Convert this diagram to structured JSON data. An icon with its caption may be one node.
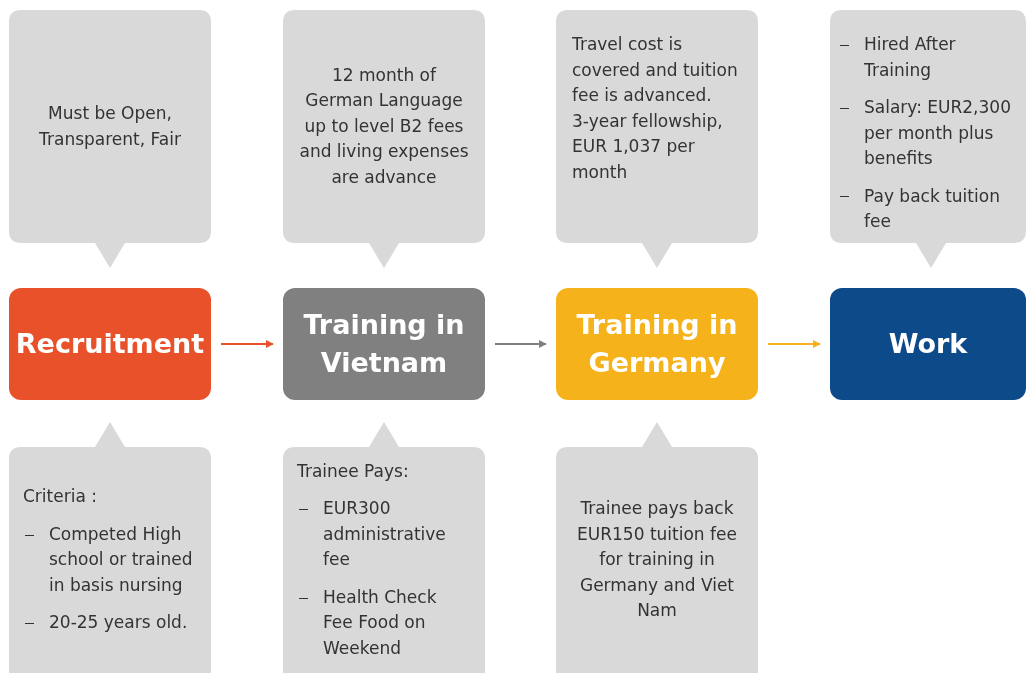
{
  "diagram": {
    "nodes": [
      {
        "text": [
          "Must be Open, Transparent, Fair"
        ]
      },
      {
        "text": [
          "12 month of German Language up to level B2 fees and living expenses are advance"
        ]
      },
      {
        "text": [
          "Travel cost is covered and tuition fee is advanced.",
          "3-year fellowship, EUR 1,037 per month"
        ]
      },
      {
        "text": [
          "Hired After Training",
          "Salary: EUR2,300 per month plus benefits",
          "Pay back tuition fee"
        ]
      },
      {
        "text": [
          "Recruitment"
        ]
      },
      {
        "text": [
          "Training in Vietnam"
        ]
      },
      {
        "text": [
          "Training in Germany"
        ]
      },
      {
        "text": [
          "Work"
        ]
      },
      {
        "text": [
          "Criteria :",
          "Competed High school or trained in basis nursing",
          "20-25 years old."
        ]
      },
      {
        "text": [
          "Trainee Pays:",
          "EUR300 administrative fee",
          "Health Check Fee Food on Weekend"
        ]
      },
      {
        "text": [
          "Trainee pays back EUR150 tuition fee for training in Germany and Viet Nam"
        ]
      }
    ],
    "edges": [
      {
        "from": 4,
        "to": 5,
        "arrow": "to",
        "color": "#e8512a"
      },
      {
        "from": 5,
        "to": 6,
        "arrow": "to",
        "color": "#808080"
      },
      {
        "from": 6,
        "to": 7,
        "arrow": "to",
        "color": "#f5b21a"
      }
    ]
  }
}
